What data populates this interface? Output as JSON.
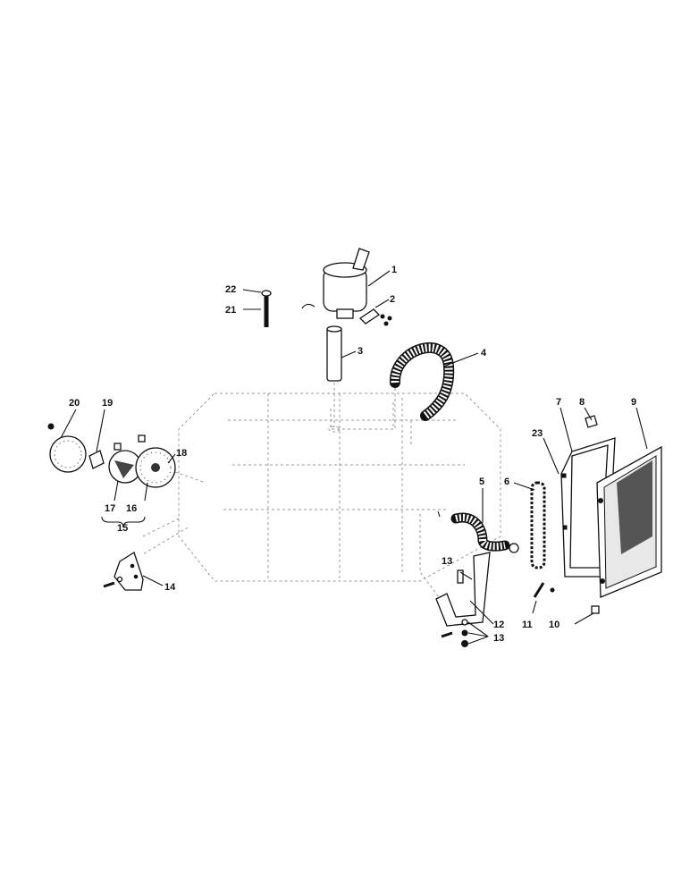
{
  "callouts": {
    "c1": "1",
    "c2": "2",
    "c3": "3",
    "c4": "4",
    "c5": "5",
    "c6": "6",
    "c7": "7",
    "c8": "8",
    "c9": "9",
    "c10": "10",
    "c11": "11",
    "c12": "12",
    "c13a": "13",
    "c13b": "13",
    "c14": "14",
    "c15": "15",
    "c16": "16",
    "c17": "17",
    "c18": "18",
    "c19": "19",
    "c20": "20",
    "c21": "21",
    "c22": "22",
    "c23": "23"
  },
  "colors": {
    "ink": "#111111",
    "ghost": "#9a9a9a",
    "background": "#ffffff"
  }
}
